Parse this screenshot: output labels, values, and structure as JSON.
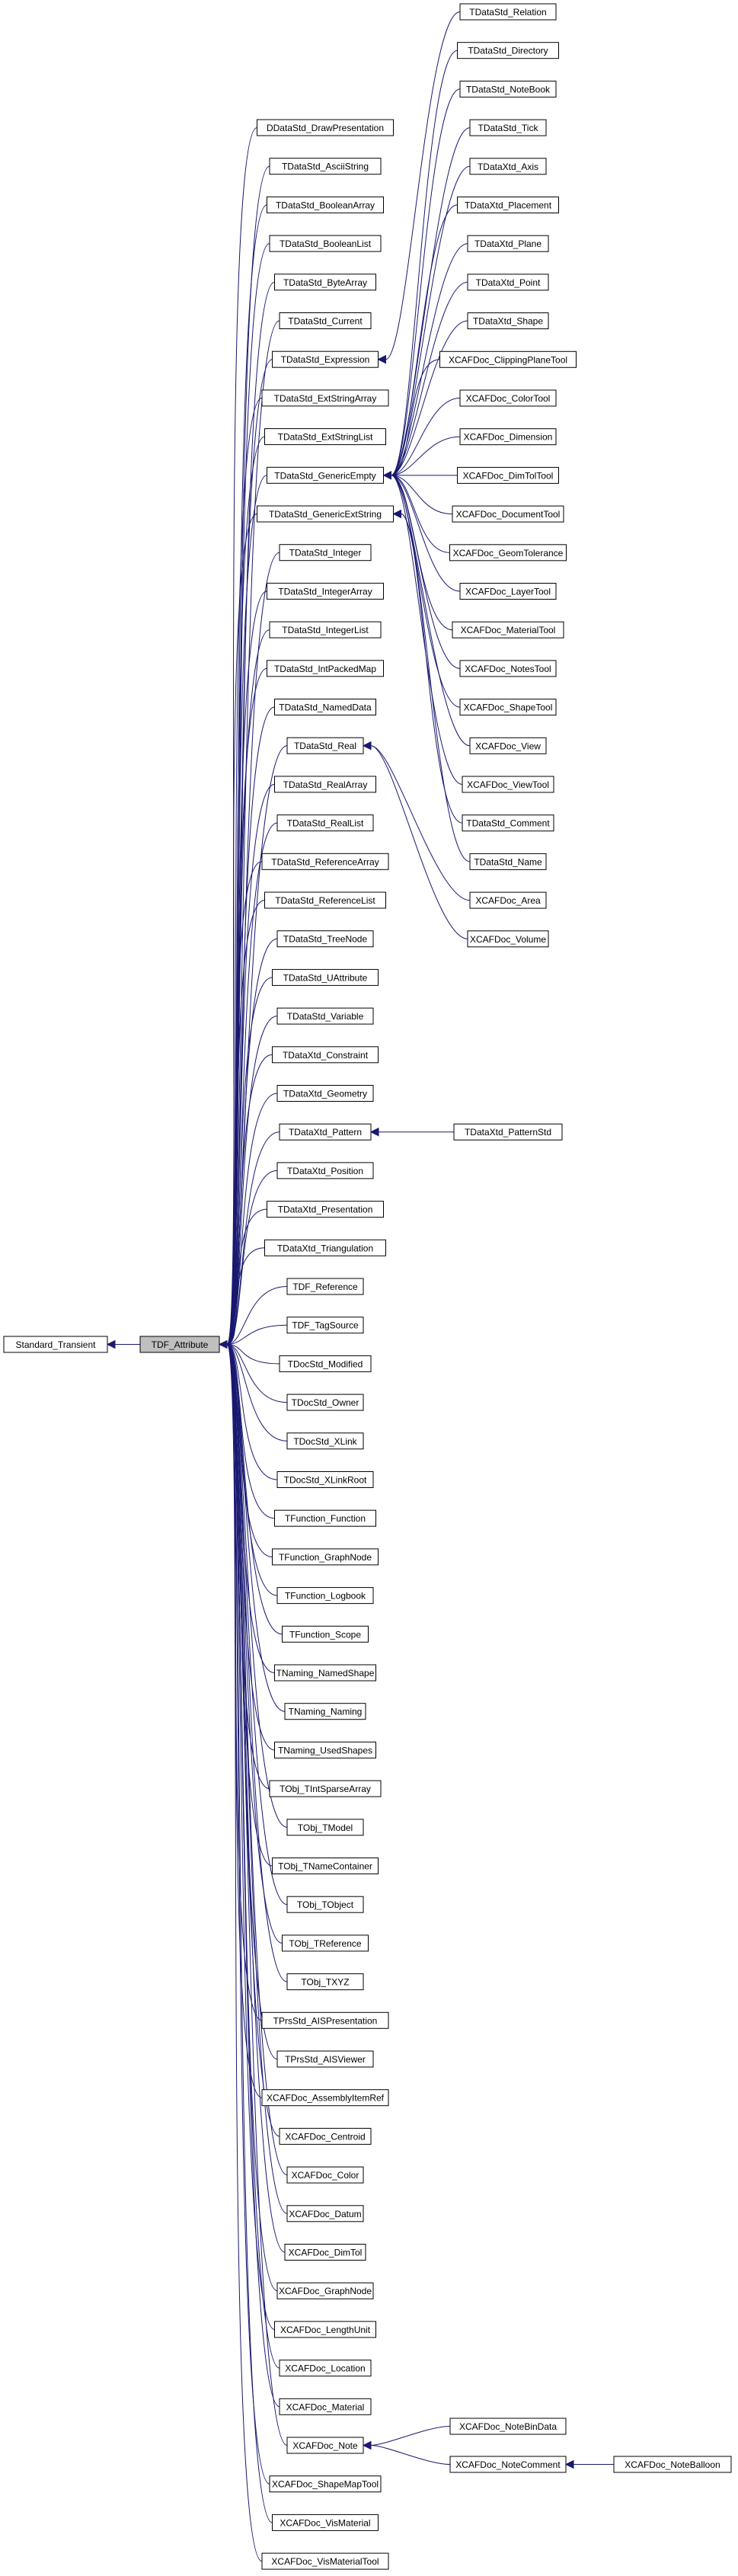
{
  "diagram": {
    "root": "Standard_Transient",
    "focus": "TDF_Attribute",
    "edge_color": "#191970",
    "focus_fill": "#bfbfbf",
    "direct_children": [
      "DDataStd_DrawPresentation",
      "TDataStd_AsciiString",
      "TDataStd_BooleanArray",
      "TDataStd_BooleanList",
      "TDataStd_ByteArray",
      "TDataStd_Current",
      "TDataStd_Expression",
      "TDataStd_ExtStringArray",
      "TDataStd_ExtStringList",
      "TDataStd_GenericEmpty",
      "TDataStd_GenericExtString",
      "TDataStd_Integer",
      "TDataStd_IntegerArray",
      "TDataStd_IntegerList",
      "TDataStd_IntPackedMap",
      "TDataStd_NamedData",
      "TDataStd_Real",
      "TDataStd_RealArray",
      "TDataStd_RealList",
      "TDataStd_ReferenceArray",
      "TDataStd_ReferenceList",
      "TDataStd_TreeNode",
      "TDataStd_UAttribute",
      "TDataStd_Variable",
      "TDataXtd_Constraint",
      "TDataXtd_Geometry",
      "TDataXtd_Pattern",
      "TDataXtd_Position",
      "TDataXtd_Presentation",
      "TDataXtd_Triangulation",
      "TDF_Reference",
      "TDF_TagSource",
      "TDocStd_Modified",
      "TDocStd_Owner",
      "TDocStd_XLink",
      "TDocStd_XLinkRoot",
      "TFunction_Function",
      "TFunction_GraphNode",
      "TFunction_Logbook",
      "TFunction_Scope",
      "TNaming_NamedShape",
      "TNaming_Naming",
      "TNaming_UsedShapes",
      "TObj_TIntSparseArray",
      "TObj_TModel",
      "TObj_TNameContainer",
      "TObj_TObject",
      "TObj_TReference",
      "TObj_TXYZ",
      "TPrsStd_AISPresentation",
      "TPrsStd_AISViewer",
      "XCAFDoc_AssemblyItemRef",
      "XCAFDoc_Centroid",
      "XCAFDoc_Color",
      "XCAFDoc_Datum",
      "XCAFDoc_DimTol",
      "XCAFDoc_GraphNode",
      "XCAFDoc_LengthUnit",
      "XCAFDoc_Location",
      "XCAFDoc_Material",
      "XCAFDoc_Note",
      "XCAFDoc_ShapeMapTool",
      "XCAFDoc_VisMaterial",
      "XCAFDoc_VisMaterialTool"
    ],
    "right_column": [
      "TDataStd_Relation",
      "TDataStd_Directory",
      "TDataStd_NoteBook",
      "TDataStd_Tick",
      "TDataXtd_Axis",
      "TDataXtd_Placement",
      "TDataXtd_Plane",
      "TDataXtd_Point",
      "TDataXtd_Shape",
      "XCAFDoc_ClippingPlaneTool",
      "XCAFDoc_ColorTool",
      "XCAFDoc_Dimension",
      "XCAFDoc_DimTolTool",
      "XCAFDoc_DocumentTool",
      "XCAFDoc_GeomTolerance",
      "XCAFDoc_LayerTool",
      "XCAFDoc_MaterialTool",
      "XCAFDoc_NotesTool",
      "XCAFDoc_ShapeTool",
      "XCAFDoc_View",
      "XCAFDoc_ViewTool",
      "TDataStd_Comment",
      "TDataStd_Name",
      "XCAFDoc_Area",
      "XCAFDoc_Volume"
    ],
    "extra": {
      "pattern_std": "TDataXtd_PatternStd",
      "note_bin_data": "XCAFDoc_NoteBinData",
      "note_comment": "XCAFDoc_NoteComment",
      "note_balloon": "XCAFDoc_NoteBalloon"
    },
    "parent_map": {
      "TDataStd_Relation": "TDataStd_Expression",
      "TDataStd_Directory": "TDataStd_GenericEmpty",
      "TDataStd_NoteBook": "TDataStd_GenericEmpty",
      "TDataStd_Tick": "TDataStd_GenericEmpty",
      "TDataXtd_Axis": "TDataStd_GenericEmpty",
      "TDataXtd_Placement": "TDataStd_GenericEmpty",
      "TDataXtd_Plane": "TDataStd_GenericEmpty",
      "TDataXtd_Point": "TDataStd_GenericEmpty",
      "TDataXtd_Shape": "TDataStd_GenericEmpty",
      "XCAFDoc_ClippingPlaneTool": "TDataStd_GenericEmpty",
      "XCAFDoc_ColorTool": "TDataStd_GenericEmpty",
      "XCAFDoc_Dimension": "TDataStd_GenericEmpty",
      "XCAFDoc_DimTolTool": "TDataStd_GenericEmpty",
      "XCAFDoc_DocumentTool": "TDataStd_GenericEmpty",
      "XCAFDoc_GeomTolerance": "TDataStd_GenericEmpty",
      "XCAFDoc_LayerTool": "TDataStd_GenericEmpty",
      "XCAFDoc_MaterialTool": "TDataStd_GenericEmpty",
      "XCAFDoc_NotesTool": "TDataStd_GenericEmpty",
      "XCAFDoc_ShapeTool": "TDataStd_GenericEmpty",
      "XCAFDoc_View": "TDataStd_GenericEmpty",
      "XCAFDoc_ViewTool": "TDataStd_GenericEmpty",
      "TDataStd_Comment": "TDataStd_GenericExtString",
      "TDataStd_Name": "TDataStd_GenericExtString",
      "XCAFDoc_Area": "TDataStd_Real",
      "XCAFDoc_Volume": "TDataStd_Real"
    }
  }
}
